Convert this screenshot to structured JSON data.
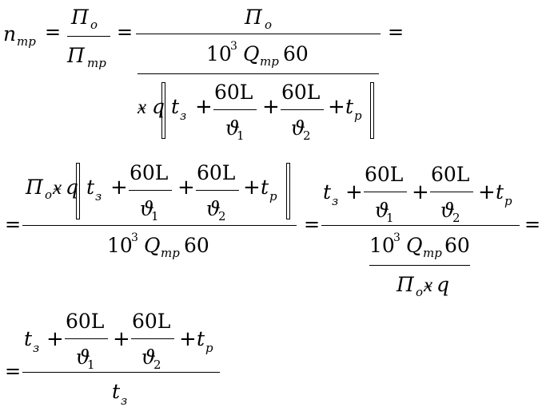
{
  "symbols": {
    "n": "n",
    "sub_tr": "тр",
    "Pi": "П",
    "sub_o": "о",
    "eq": "=",
    "plus": "+",
    "pow10": "10",
    "sup3": "3",
    "Q": "Q",
    "sixty": "60",
    "sixtyL": "60L",
    "kappa": "ӿ",
    "q": "q",
    "t": "t",
    "sub_z": "з",
    "sub_r": "р",
    "theta": "ϑ",
    "sub1": "1",
    "sub2": "2"
  }
}
